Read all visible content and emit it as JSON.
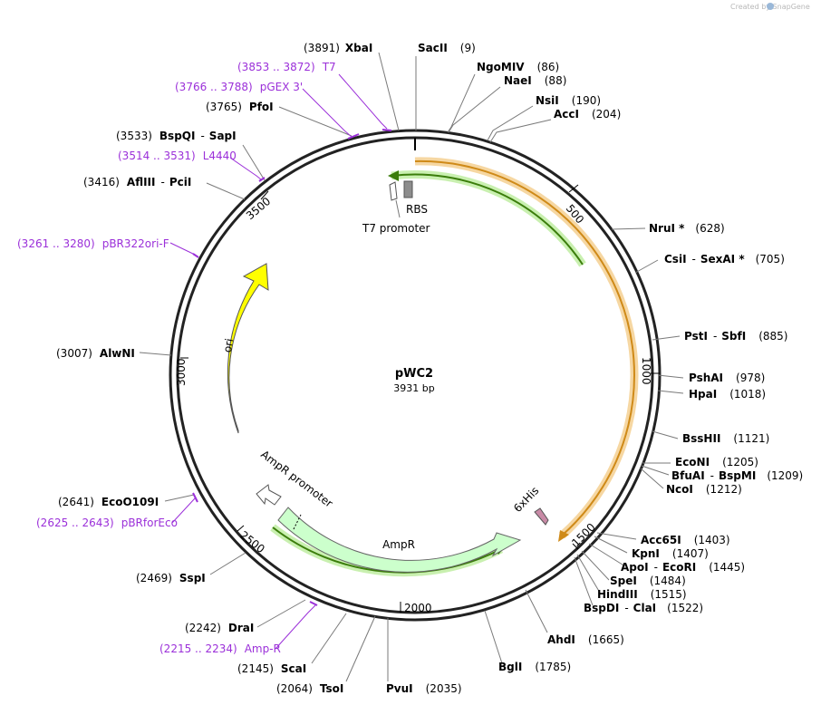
{
  "watermark": "Created by SnapGene",
  "plasmid": {
    "name": "pWC2",
    "length": "3931 bp"
  },
  "ticks": [
    "500",
    "1000",
    "1500",
    "2000",
    "2500",
    "3000",
    "3500"
  ],
  "features": {
    "rbs": "RBS",
    "t7_promoter": "T7 promoter",
    "ori": "ori",
    "ampr_promoter": "AmpR promoter",
    "ampr": "AmpR",
    "his": "6xHis"
  },
  "sites": [
    {
      "name": "XbaI",
      "pos": "(3891)"
    },
    {
      "name": "SacII",
      "pos": "(9)"
    },
    {
      "name": "NgoMIV",
      "pos": "(86)"
    },
    {
      "name": "NaeI",
      "pos": "(88)"
    },
    {
      "name": "NsiI",
      "pos": "(190)"
    },
    {
      "name": "AccI",
      "pos": "(204)"
    },
    {
      "name": "PfoI",
      "pos": "(3765)"
    },
    {
      "name": "BspQI",
      "name2": "SapI",
      "pos": "(3533)"
    },
    {
      "name": "AflIII",
      "name2": "PciI",
      "pos": "(3416)"
    },
    {
      "name": "NruI *",
      "pos": "(628)"
    },
    {
      "name": "CsiI",
      "name2": "SexAI *",
      "pos": "(705)"
    },
    {
      "name": "PstI",
      "name2": "SbfI",
      "pos": "(885)"
    },
    {
      "name": "PshAI",
      "pos": "(978)"
    },
    {
      "name": "HpaI",
      "pos": "(1018)"
    },
    {
      "name": "BssHII",
      "pos": "(1121)"
    },
    {
      "name": "EcoNI",
      "pos": "(1205)"
    },
    {
      "name": "BfuAI",
      "name2": "BspMI",
      "pos": "(1209)"
    },
    {
      "name": "NcoI",
      "pos": "(1212)"
    },
    {
      "name": "Acc65I",
      "pos": "(1403)"
    },
    {
      "name": "KpnI",
      "pos": "(1407)"
    },
    {
      "name": "ApoI",
      "name2": "EcoRI",
      "pos": "(1445)"
    },
    {
      "name": "SpeI",
      "pos": "(1484)"
    },
    {
      "name": "HindIII",
      "pos": "(1515)"
    },
    {
      "name": "BspDI",
      "name2": "ClaI",
      "pos": "(1522)"
    },
    {
      "name": "AhdI",
      "pos": "(1665)"
    },
    {
      "name": "BglI",
      "pos": "(1785)"
    },
    {
      "name": "PvuI",
      "pos": "(2035)"
    },
    {
      "name": "TsoI",
      "pos": "(2064)"
    },
    {
      "name": "ScaI",
      "pos": "(2145)"
    },
    {
      "name": "DraI",
      "pos": "(2242)"
    },
    {
      "name": "SspI",
      "pos": "(2469)"
    },
    {
      "name": "EcoO109I",
      "pos": "(2641)"
    },
    {
      "name": "AlwNI",
      "pos": "(3007)"
    }
  ],
  "primers": [
    {
      "name": "T7",
      "range": "(3853 .. 3872)"
    },
    {
      "name": "pGEX 3'",
      "range": "(3766 .. 3788)"
    },
    {
      "name": "L4440",
      "range": "(3514 .. 3531)"
    },
    {
      "name": "pBR322ori-F",
      "range": "(3261 .. 3280)"
    },
    {
      "name": "pBRforEco",
      "range": "(2625 .. 2643)"
    },
    {
      "name": "Amp-R",
      "range": "(2215 .. 2234)"
    }
  ],
  "colors": {
    "backbone": "#222222",
    "ori": "#ffff00",
    "ampr": "#ccffcc",
    "orange_arc": "#e8a030",
    "green_arc": "#3b7d0b",
    "primer": "#9b30d9",
    "his": "#c88aa6",
    "rbs": "#8d8d8d"
  }
}
